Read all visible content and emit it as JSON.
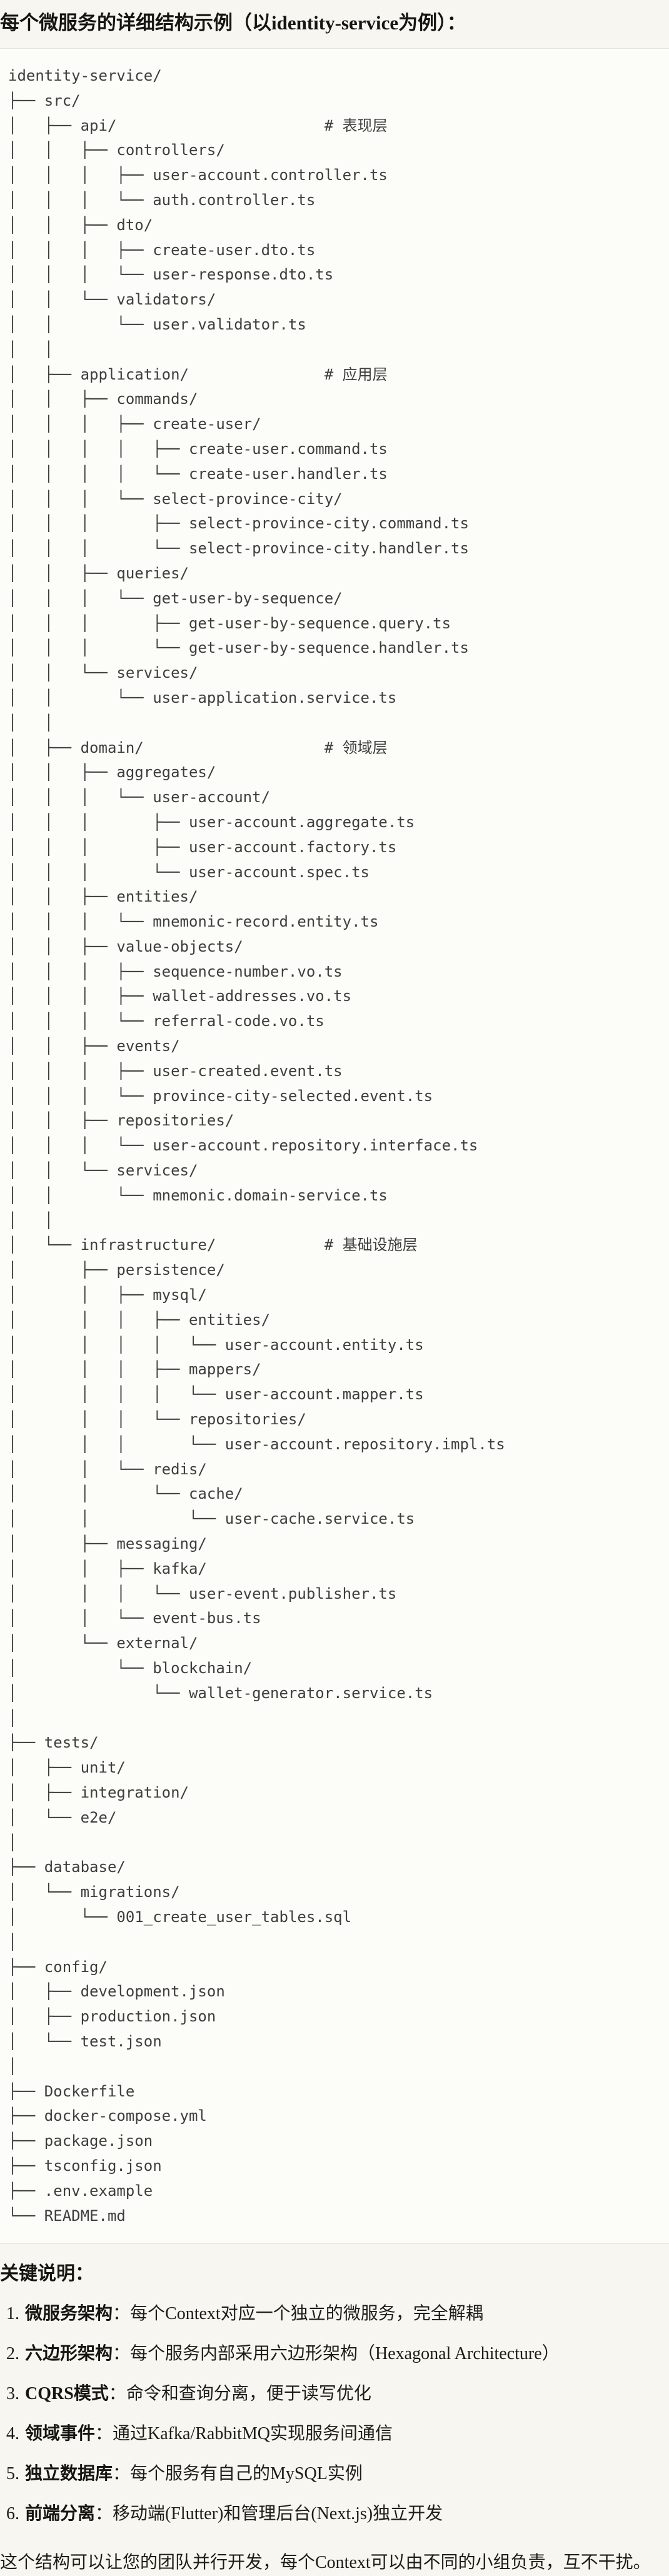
{
  "title": "每个微服务的详细结构示例（以identity-service为例）：",
  "colors": {
    "page_bg": "#f7f6f1",
    "code_bg": "#fcfcf9",
    "code_border": "#e6e4dc",
    "code_text": "#3e3e3c",
    "text": "#1d1c19"
  },
  "code_block": {
    "tree": [
      "identity-service/",
      "├── src/",
      "│   ├── api/                       # 表现层",
      "│   │   ├── controllers/",
      "│   │   │   ├── user-account.controller.ts",
      "│   │   │   └── auth.controller.ts",
      "│   │   ├── dto/",
      "│   │   │   ├── create-user.dto.ts",
      "│   │   │   └── user-response.dto.ts",
      "│   │   └── validators/",
      "│   │       └── user.validator.ts",
      "│   │",
      "│   ├── application/               # 应用层",
      "│   │   ├── commands/",
      "│   │   │   ├── create-user/",
      "│   │   │   │   ├── create-user.command.ts",
      "│   │   │   │   └── create-user.handler.ts",
      "│   │   │   └── select-province-city/",
      "│   │   │       ├── select-province-city.command.ts",
      "│   │   │       └── select-province-city.handler.ts",
      "│   │   ├── queries/",
      "│   │   │   └── get-user-by-sequence/",
      "│   │   │       ├── get-user-by-sequence.query.ts",
      "│   │   │       └── get-user-by-sequence.handler.ts",
      "│   │   └── services/",
      "│   │       └── user-application.service.ts",
      "│   │",
      "│   ├── domain/                    # 领域层",
      "│   │   ├── aggregates/",
      "│   │   │   └── user-account/",
      "│   │   │       ├── user-account.aggregate.ts",
      "│   │   │       ├── user-account.factory.ts",
      "│   │   │       └── user-account.spec.ts",
      "│   │   ├── entities/",
      "│   │   │   └── mnemonic-record.entity.ts",
      "│   │   ├── value-objects/",
      "│   │   │   ├── sequence-number.vo.ts",
      "│   │   │   ├── wallet-addresses.vo.ts",
      "│   │   │   └── referral-code.vo.ts",
      "│   │   ├── events/",
      "│   │   │   ├── user-created.event.ts",
      "│   │   │   └── province-city-selected.event.ts",
      "│   │   ├── repositories/",
      "│   │   │   └── user-account.repository.interface.ts",
      "│   │   └── services/",
      "│   │       └── mnemonic.domain-service.ts",
      "│   │",
      "│   └── infrastructure/            # 基础设施层",
      "│       ├── persistence/",
      "│       │   ├── mysql/",
      "│       │   │   ├── entities/",
      "│       │   │   │   └── user-account.entity.ts",
      "│       │   │   ├── mappers/",
      "│       │   │   │   └── user-account.mapper.ts",
      "│       │   │   └── repositories/",
      "│       │   │       └── user-account.repository.impl.ts",
      "│       │   └── redis/",
      "│       │       └── cache/",
      "│       │           └── user-cache.service.ts",
      "│       ├── messaging/",
      "│       │   ├── kafka/",
      "│       │   │   └── user-event.publisher.ts",
      "│       │   └── event-bus.ts",
      "│       └── external/",
      "│           └── blockchain/",
      "│               └── wallet-generator.service.ts",
      "│",
      "├── tests/",
      "│   ├── unit/",
      "│   ├── integration/",
      "│   └── e2e/",
      "│",
      "├── database/",
      "│   └── migrations/",
      "│       └── 001_create_user_tables.sql",
      "│",
      "├── config/",
      "│   ├── development.json",
      "│   ├── production.json",
      "│   └── test.json",
      "│",
      "├── Dockerfile",
      "├── docker-compose.yml",
      "├── package.json",
      "├── tsconfig.json",
      "├── .env.example",
      "└── README.md"
    ]
  },
  "notes": {
    "heading": "关键说明：",
    "separator": "：",
    "items": [
      {
        "num": "1.",
        "label": "微服务架构",
        "text": "每个Context对应一个独立的微服务，完全解耦"
      },
      {
        "num": "2.",
        "label": "六边形架构",
        "text": "每个服务内部采用六边形架构（Hexagonal Architecture）"
      },
      {
        "num": "3.",
        "label": "CQRS模式",
        "text": "命令和查询分离，便于读写优化"
      },
      {
        "num": "4.",
        "label": "领域事件",
        "text": "通过Kafka/RabbitMQ实现服务间通信"
      },
      {
        "num": "5.",
        "label": "独立数据库",
        "text": "每个服务有自己的MySQL实例"
      },
      {
        "num": "6.",
        "label": "前端分离",
        "text": "移动端(Flutter)和管理后台(Next.js)独立开发"
      }
    ],
    "footer": "这个结构可以让您的团队并行开发，每个Context可以由不同的小组负责，互不干扰。"
  }
}
